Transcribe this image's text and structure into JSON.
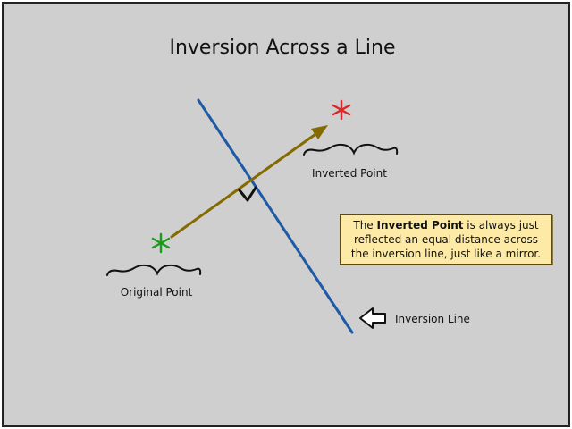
{
  "title": "Inversion Across a Line",
  "labels": {
    "inverted_point": "Inverted Point",
    "original_point": "Original Point",
    "inversion_line": "Inversion Line"
  },
  "note": {
    "prefix": "The ",
    "bold": "Inverted Point",
    "suffix": " is always just reflected an equal distance across the inversion line, just like a mirror."
  },
  "colors": {
    "background": "#cfcfcf",
    "inversion_line": "#1f5aa6",
    "arrow": "#856a00",
    "original_point": "#1c9a1c",
    "inverted_point": "#d42a2a",
    "note_fill": "#fdeaa6"
  },
  "icons": [
    "original-point-asterisk",
    "inverted-point-asterisk",
    "right-angle-mark",
    "pointer-arrow-icon"
  ]
}
